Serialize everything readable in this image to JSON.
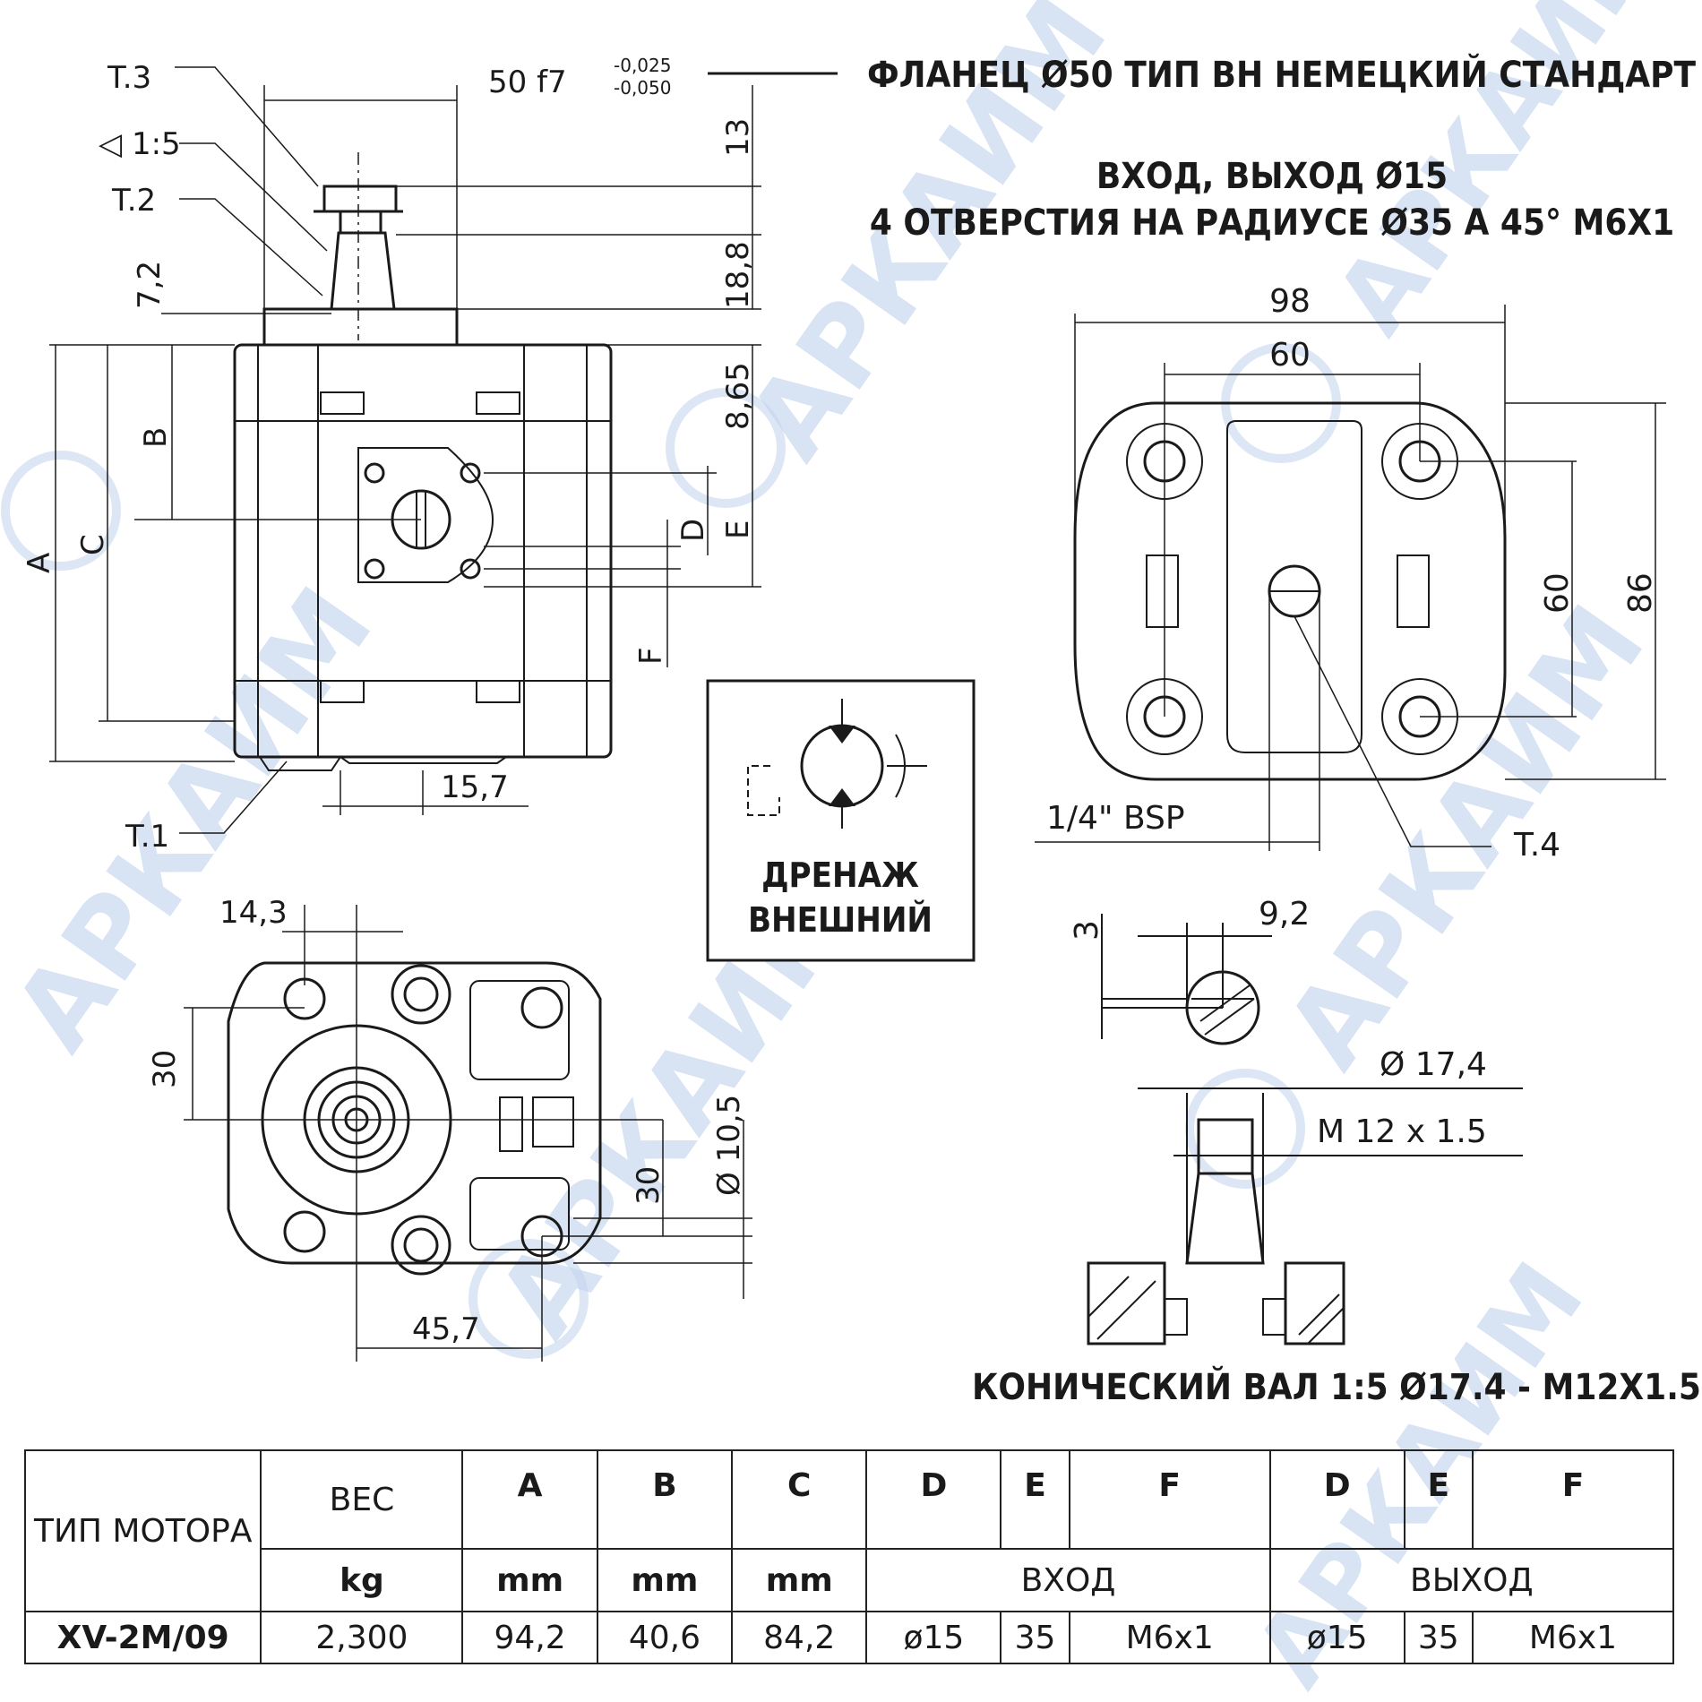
{
  "header": {
    "flange_title": "ФЛАНЕЦ Ø50 ТИП BH НЕМЕЦКИЙ СТАНДАРТ",
    "ports_line1": "ВХОД, ВЫХОД  Ø15",
    "ports_line2": "4 ОТВЕРСТИЯ НА РАДИУСЕ Ø35 А 45° М6Х1"
  },
  "side_view": {
    "t3": "T.3",
    "taper": "◁ 1:5",
    "t2": "T.2",
    "t1": "T.1",
    "dim_72": "7,2",
    "dim_50f7": "50 f7",
    "tol_upper": "-0,025",
    "tol_lower": "-0,050",
    "dim_13": "13",
    "dim_188": "18,8",
    "dim_865": "8,65",
    "dim_a": "A",
    "dim_c": "C",
    "dim_b": "B",
    "dim_d": "D",
    "dim_e": "E",
    "dim_f": "F",
    "dim_157": "15,7"
  },
  "front_view": {
    "dim_143": "14,3",
    "dim_30a": "30",
    "dim_30b": "30",
    "dim_105": "Ø 10,5",
    "dim_457": "45,7"
  },
  "symbol_box": {
    "line1": "ДРЕНАЖ",
    "line2": "ВНЕШНИЙ"
  },
  "rear_view": {
    "dim_98": "98",
    "dim_60h": "60",
    "dim_60v": "60",
    "dim_86": "86",
    "bsp": "1/4\" BSP",
    "t4": "T.4"
  },
  "shaft_detail": {
    "dim_3": "3",
    "dim_92": "9,2",
    "dim_174": "Ø 17,4",
    "thread": "M 12 x 1.5",
    "caption": "КОНИЧЕСКИЙ ВАЛ 1:5 Ø17.4 - M12X1.5"
  },
  "watermark": "АРКАИМ",
  "table": {
    "h_type": "ТИП МОТОРА",
    "h_weight": "ВЕС",
    "h_a": "A",
    "h_b": "B",
    "h_c": "C",
    "h_d": "D",
    "h_e": "E",
    "h_f": "F",
    "u_kg": "kg",
    "u_mm": "mm",
    "g_in": "ВХОД",
    "g_out": "ВЫХОД",
    "row": {
      "type": "XV-2M/09",
      "weight": "2,300",
      "a": "94,2",
      "b": "40,6",
      "c": "84,2",
      "d_in": "ø15",
      "e_in": "35",
      "f_in": "M6x1",
      "d_out": "ø15",
      "e_out": "35",
      "f_out": "M6x1"
    }
  }
}
